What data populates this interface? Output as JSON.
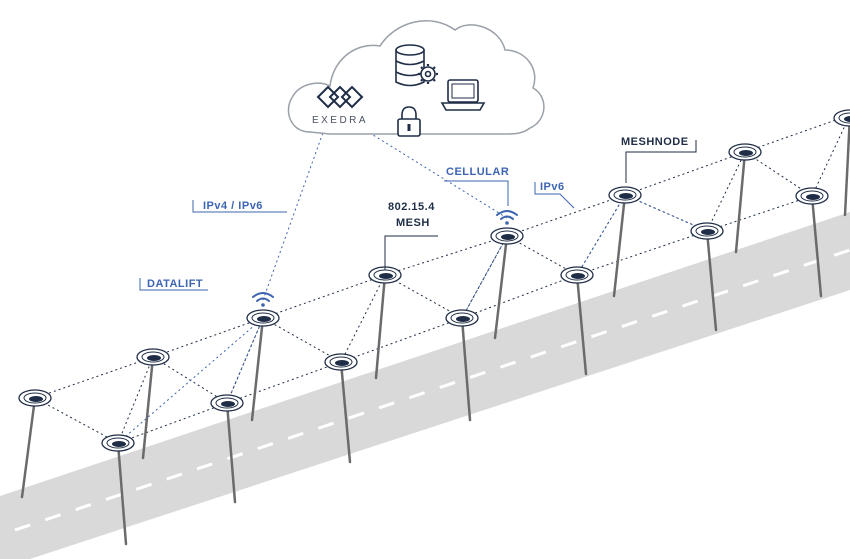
{
  "cloud": {
    "brand_name": "EXEDRA",
    "icons": [
      "exedra-logo-icon",
      "database-gear-icon",
      "laptop-icon",
      "lock-icon"
    ]
  },
  "labels": {
    "ipv4_ipv6": "IPv4 / IPv6",
    "datalift": "DATALIFT",
    "mesh_line1": "802.15.4",
    "mesh_line2": "MESH",
    "cellular": "CELLULAR",
    "ipv6": "IPv6",
    "meshnode": "MESHNODE"
  },
  "colors": {
    "accent_blue": "#3d64b0",
    "dark_navy": "#1f2d46",
    "pole_gray": "#6b6b6b",
    "road_gray": "#d9d9d9",
    "cloud_stroke": "#9aa0a8"
  }
}
